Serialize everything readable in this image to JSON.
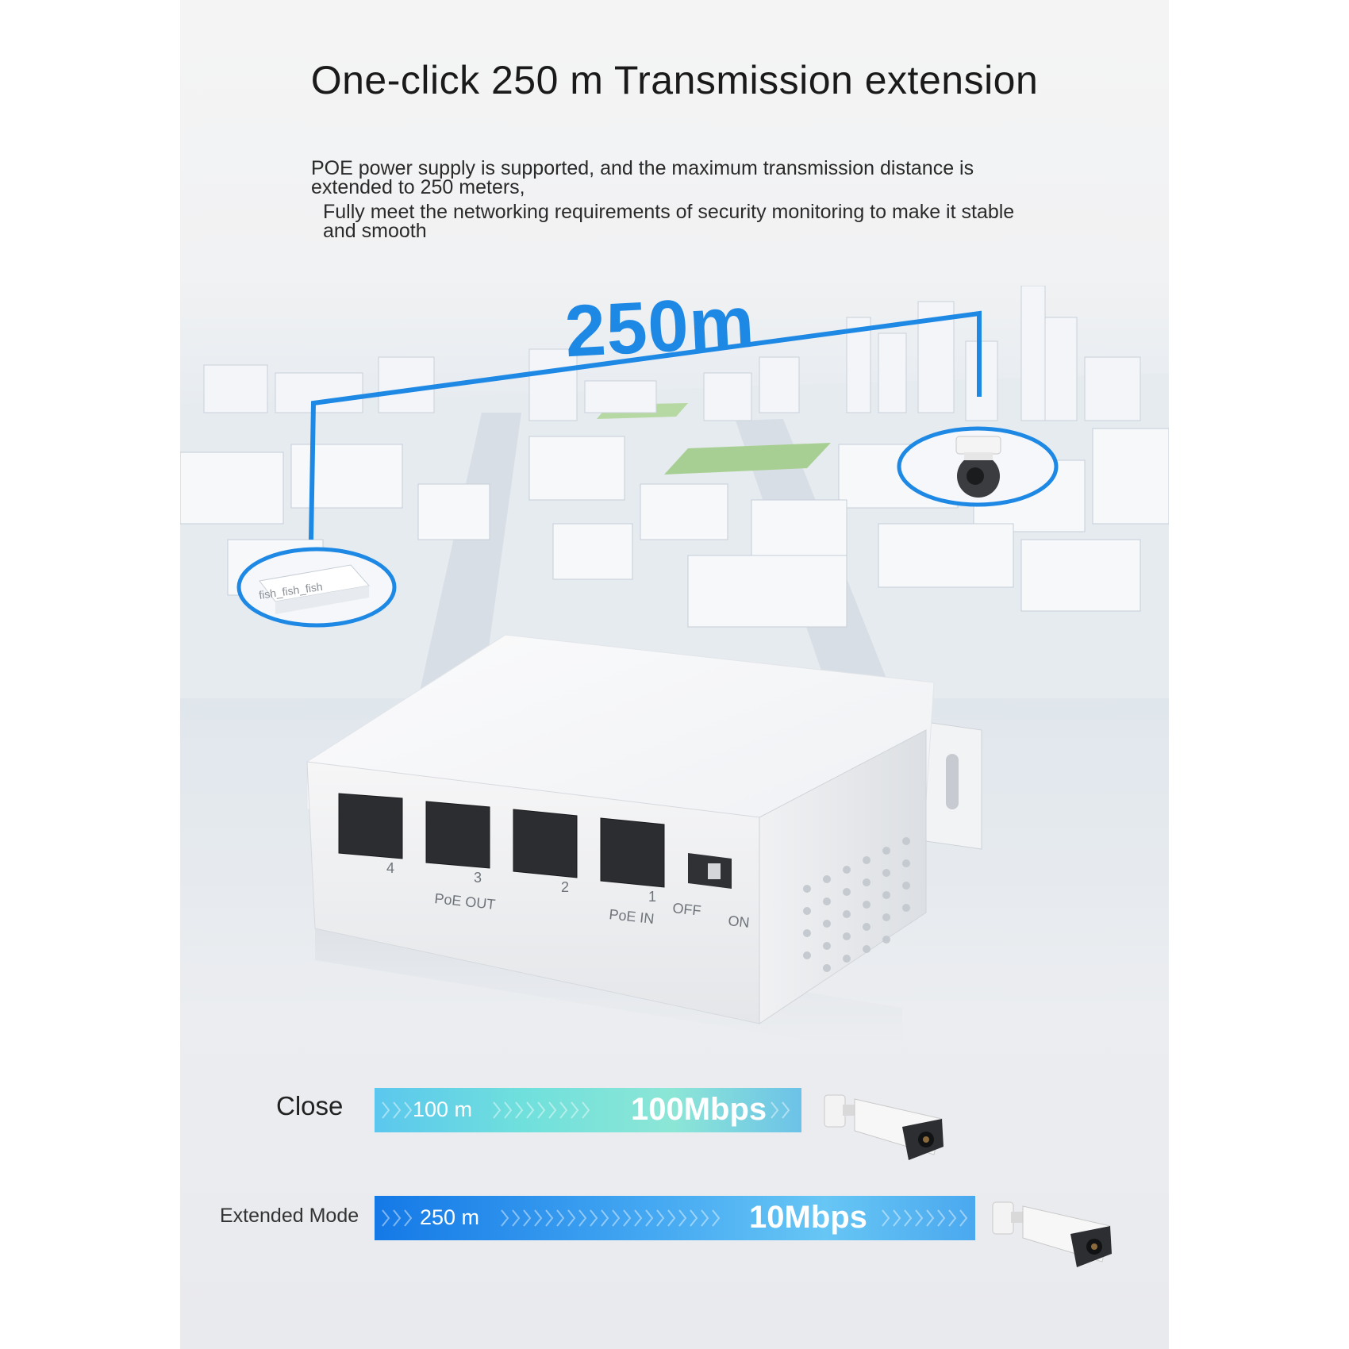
{
  "heading": "One-click 250 m Transmission extension",
  "description": {
    "line1": "POE power supply is supported, and the maximum transmission distance is extended to 250 meters,",
    "line2": "Fully meet the networking requirements of security monitoring to make it stable and smooth"
  },
  "distance_label": "250m",
  "device_thumbnail_text": "fish_fish_fish",
  "device_markings": {
    "port_labels": [
      "4",
      "3",
      "2",
      "1"
    ],
    "poe_out": "PoE OUT",
    "poe_in": "PoE IN",
    "switch_off": "OFF",
    "switch_on": "ON"
  },
  "modes": [
    {
      "label": "Close",
      "distance": "100 m",
      "speed": "100Mbps"
    },
    {
      "label": "Extended Mode",
      "distance": "250 m",
      "speed": "10Mbps"
    }
  ],
  "colors": {
    "link_line": "#1e88e5",
    "close_bar": "#6fd6e4",
    "extended_bar": "#2a8ee9"
  },
  "icons": [
    "network-line",
    "dome-camera-icon",
    "bullet-camera-icon"
  ]
}
